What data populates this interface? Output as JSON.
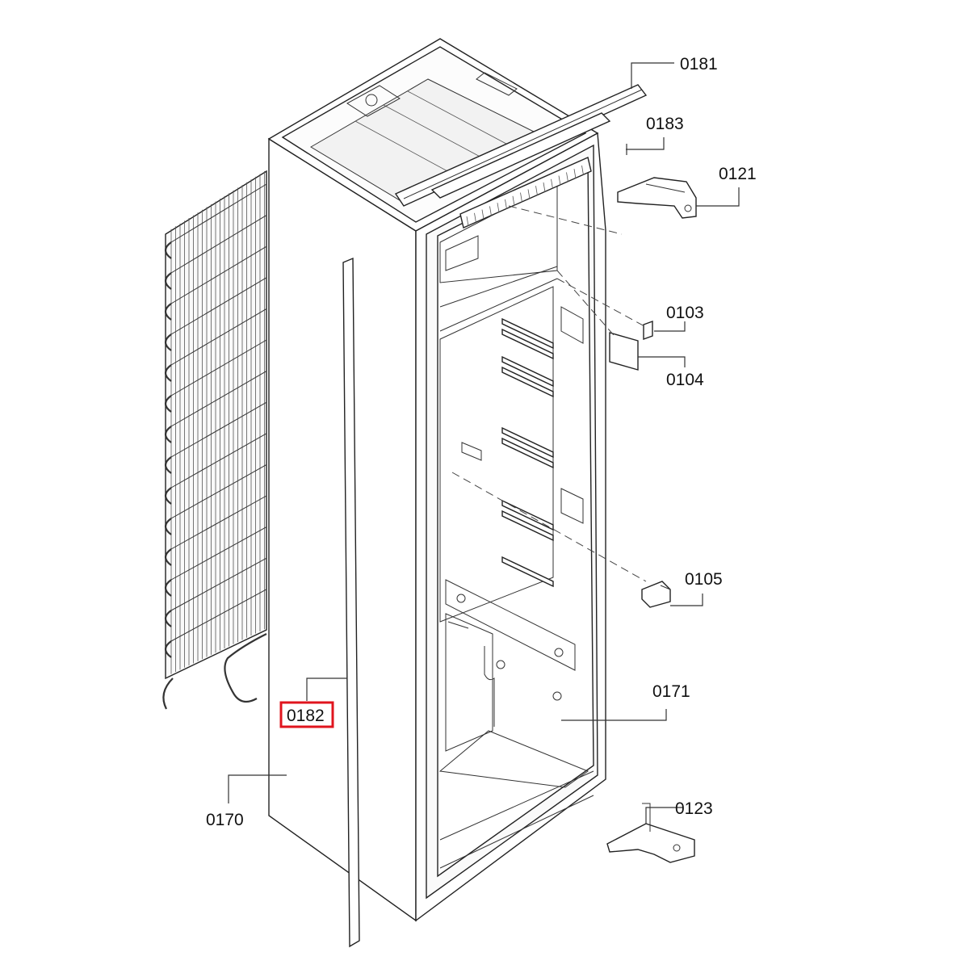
{
  "diagram": {
    "callouts": [
      {
        "id": "c0181",
        "label": "0181"
      },
      {
        "id": "c0183",
        "label": "0183"
      },
      {
        "id": "c0121",
        "label": "0121"
      },
      {
        "id": "c0103",
        "label": "0103"
      },
      {
        "id": "c0104",
        "label": "0104"
      },
      {
        "id": "c0105",
        "label": "0105"
      },
      {
        "id": "c0171",
        "label": "0171"
      },
      {
        "id": "c0123",
        "label": "0123"
      },
      {
        "id": "c0182",
        "label": "0182",
        "highlighted": true
      },
      {
        "id": "c0170",
        "label": "0170"
      }
    ],
    "highlight_color": "#e0141e"
  }
}
